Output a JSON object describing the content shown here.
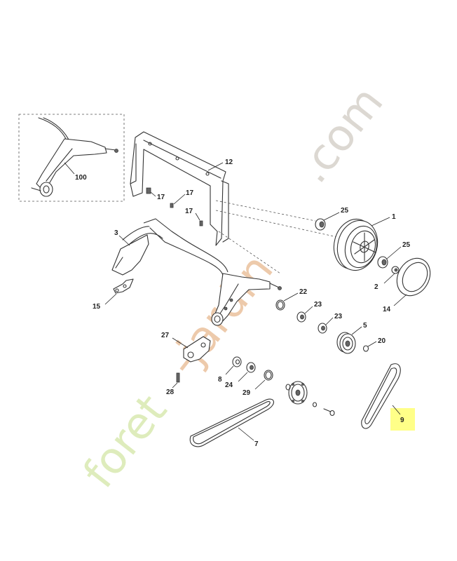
{
  "watermark": {
    "part1": "foret",
    "part2": "-jardin",
    "part3": ".com"
  },
  "labels": {
    "p100": "100",
    "p12": "12",
    "p17a": "17",
    "p17b": "17",
    "p17c": "17",
    "p3": "3",
    "p15": "15",
    "p25a": "25",
    "p1": "1",
    "p25b": "25",
    "p2": "2",
    "p14": "14",
    "p22": "22",
    "p23a": "23",
    "p23b": "23",
    "p5": "5",
    "p20": "20",
    "p27": "27",
    "p8": "8",
    "p24": "24",
    "p29": "29",
    "p28": "28",
    "p7": "7",
    "p9": "9"
  },
  "colors": {
    "highlight": "#ffff88",
    "watermark_orange": "#e8b990",
    "watermark_green": "#d3e6a6",
    "watermark_grey": "#d4cfc7"
  }
}
